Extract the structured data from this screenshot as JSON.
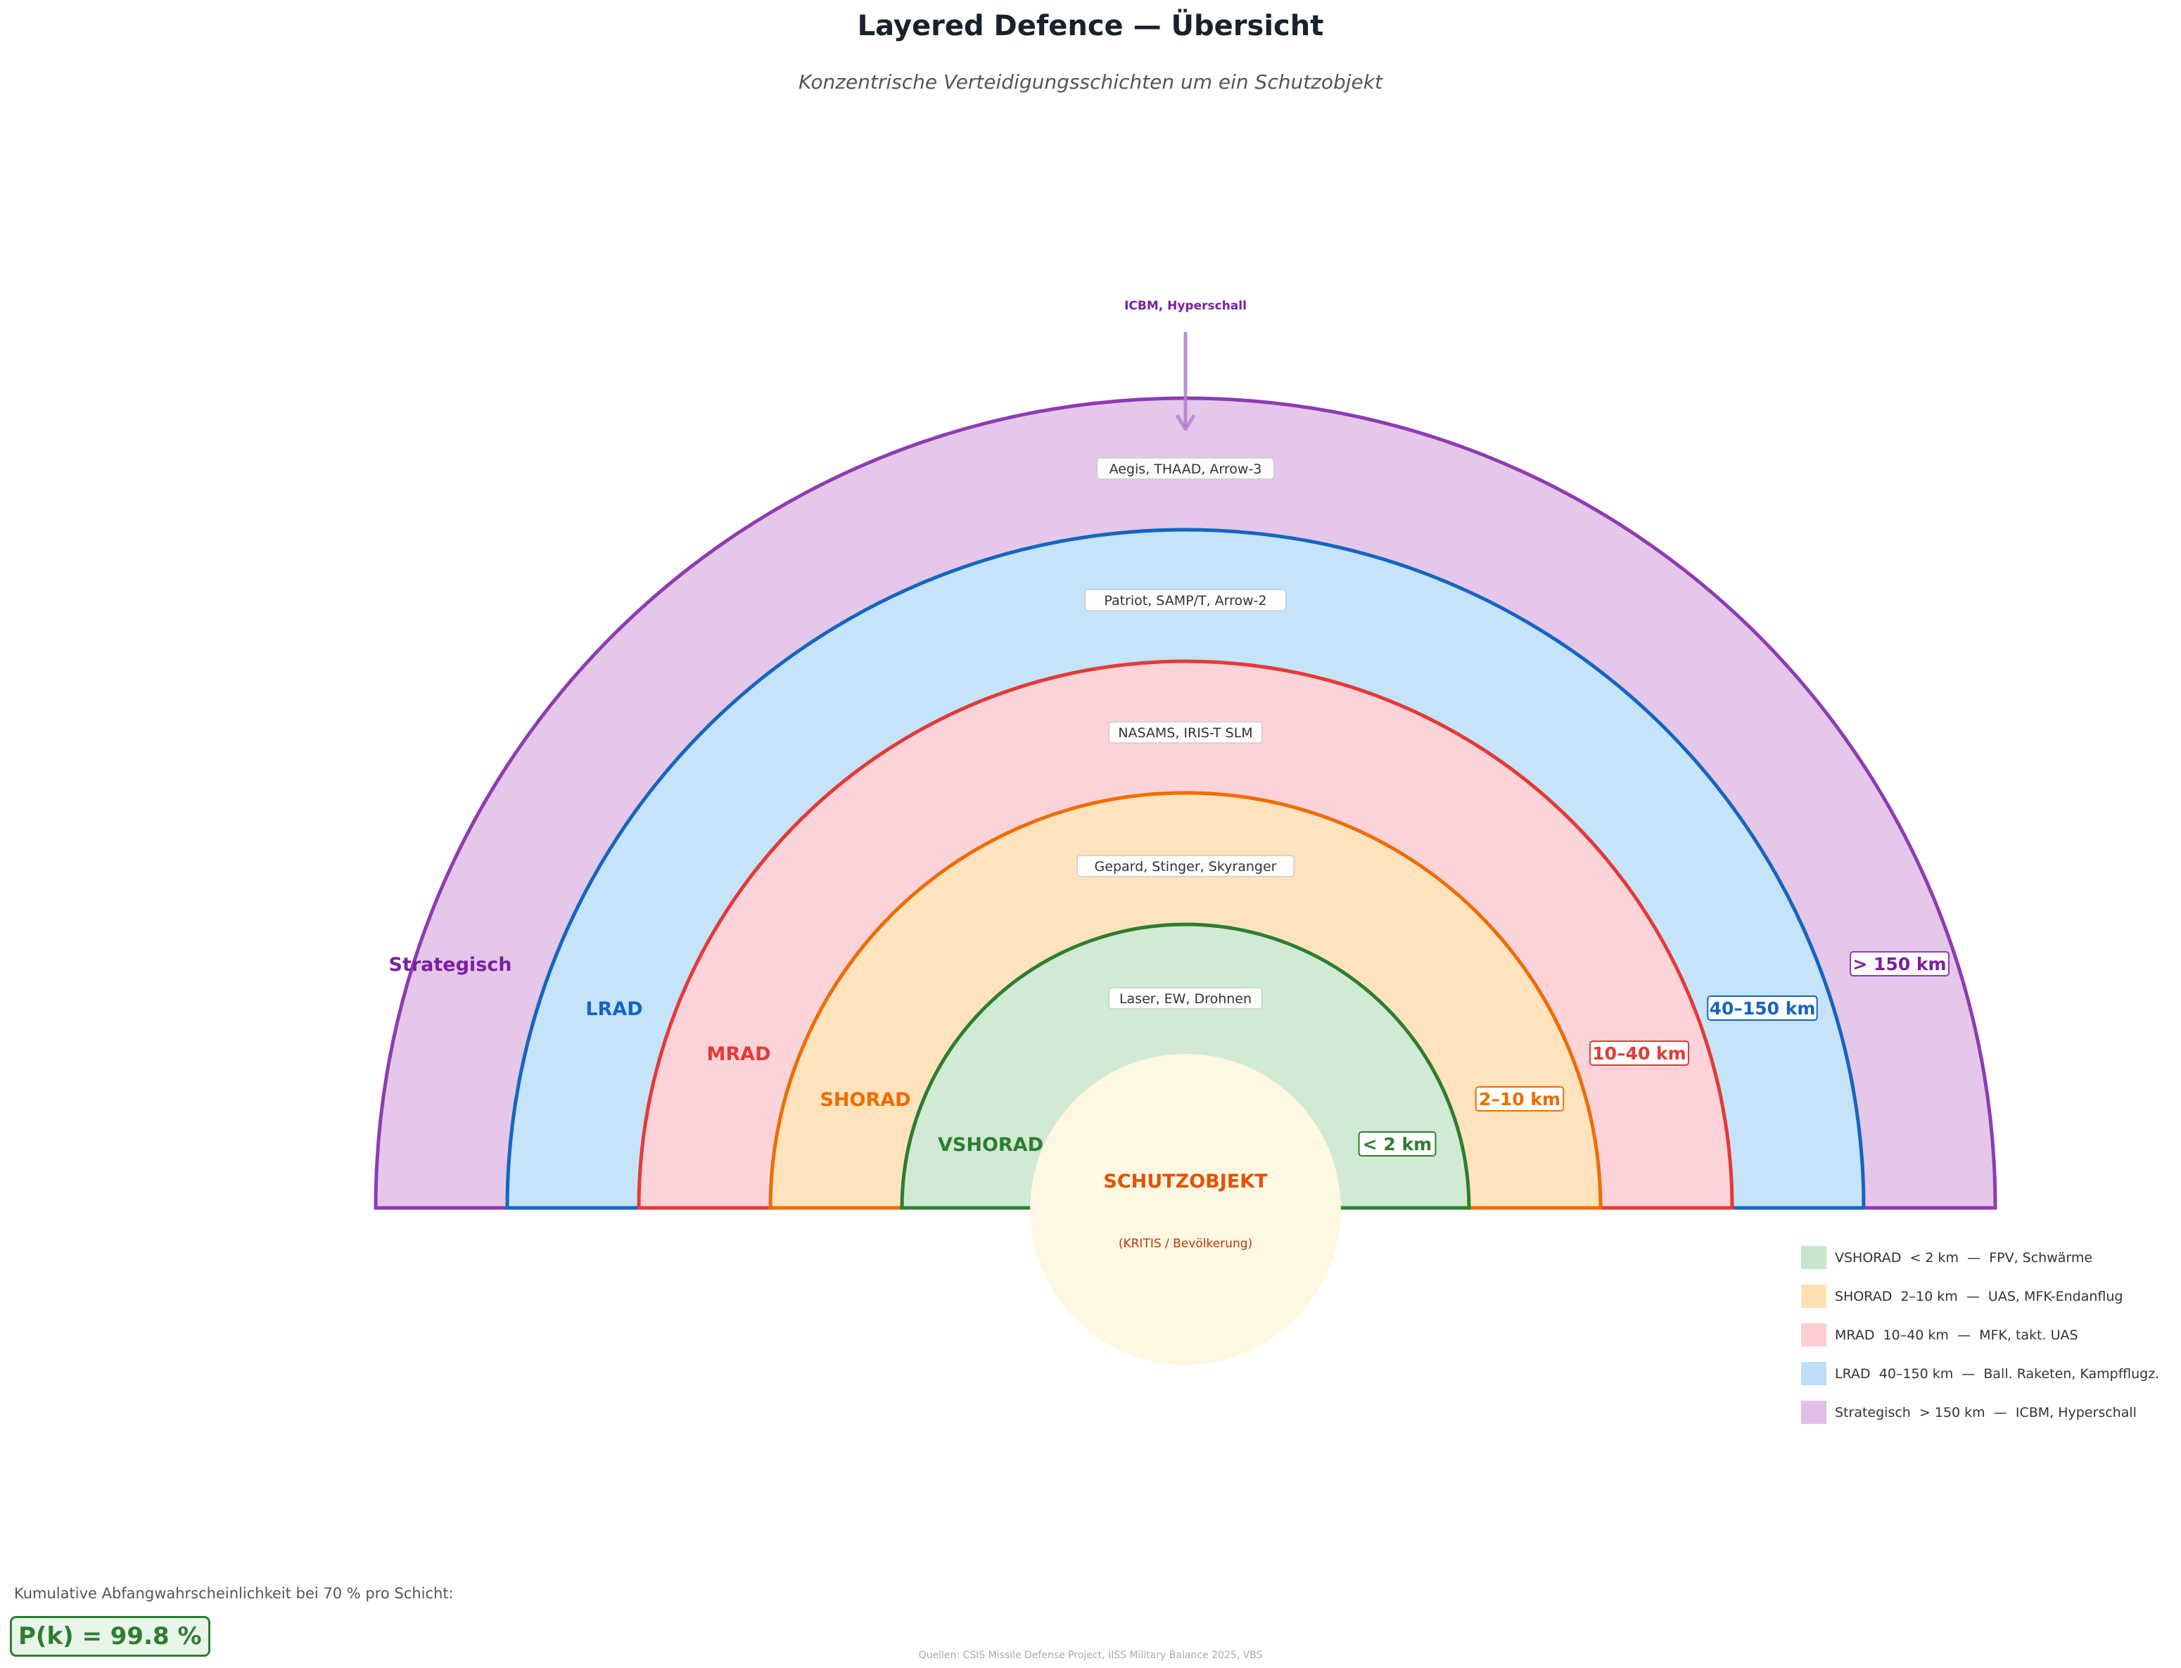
{
  "header": {
    "title": "Layered Defence — Übersicht",
    "subtitle": "Konzentrische Verteidigungsschichten um ein Schutzobjekt"
  },
  "threat_arrow": {
    "label": "ICBM, Hyperschall",
    "color": "#7b1fa2"
  },
  "layers": [
    {
      "name": "Strategisch",
      "range": "> 150 km",
      "systems": "Aegis, THAAD, Arrow-3",
      "fill": "#e4c7e9",
      "stroke": "#8e3bb3",
      "text": "#7b1fa2"
    },
    {
      "name": "LRAD",
      "range": "40–150 km",
      "systems": "Patriot, SAMP/T, Arrow-2",
      "fill": "#c5e3f9",
      "stroke": "#1565c0",
      "text": "#1565c0"
    },
    {
      "name": "MRAD",
      "range": "10–40 km",
      "systems": "NASAMS, IRIS-T SLM",
      "fill": "#fdd3da",
      "stroke": "#e53935",
      "text": "#e53935"
    },
    {
      "name": "SHORAD",
      "range": "2–10 km",
      "systems": "Gepard, Stinger, Skyranger",
      "fill": "#ffe3bd",
      "stroke": "#ef6c00",
      "text": "#ef6c00"
    },
    {
      "name": "VSHORAD",
      "range": "< 2 km",
      "systems": "Laser, EW, Drohnen",
      "fill": "#d1ead3",
      "stroke": "#2e7d32",
      "text": "#2e7d32"
    }
  ],
  "center": {
    "title": "SCHUTZOBJEKT",
    "subtitle": "(KRITIS / Bevölkerung)",
    "fill": "#fef7e1",
    "title_color": "#e65100",
    "subtitle_color": "#bf360c"
  },
  "legend": [
    {
      "label": "VSHORAD  < 2 km  —  FPV, Schwärme",
      "color": "#c8e6c9"
    },
    {
      "label": "SHORAD  2–10 km  —  UAS, MFK-Endanflug",
      "color": "#ffe0b2"
    },
    {
      "label": "MRAD  10–40 km  —  MFK, takt. UAS",
      "color": "#ffcdd2"
    },
    {
      "label": "LRAD  40–150 km  —  Ball. Raketen, Kampfflugz.",
      "color": "#bbdefb"
    },
    {
      "label": "Strategisch  > 150 km  —  ICBM, Hyperschall",
      "color": "#e1bee7"
    }
  ],
  "probability": {
    "caption": "Kumulative Abfangwahrscheinlichkeit bei 70 % pro Schicht:",
    "value": "P(k) = 99.8 %"
  },
  "footer": {
    "sources": "Quellen: CSIS Missile Defense Project, IISS Military Balance 2025, VBS"
  }
}
